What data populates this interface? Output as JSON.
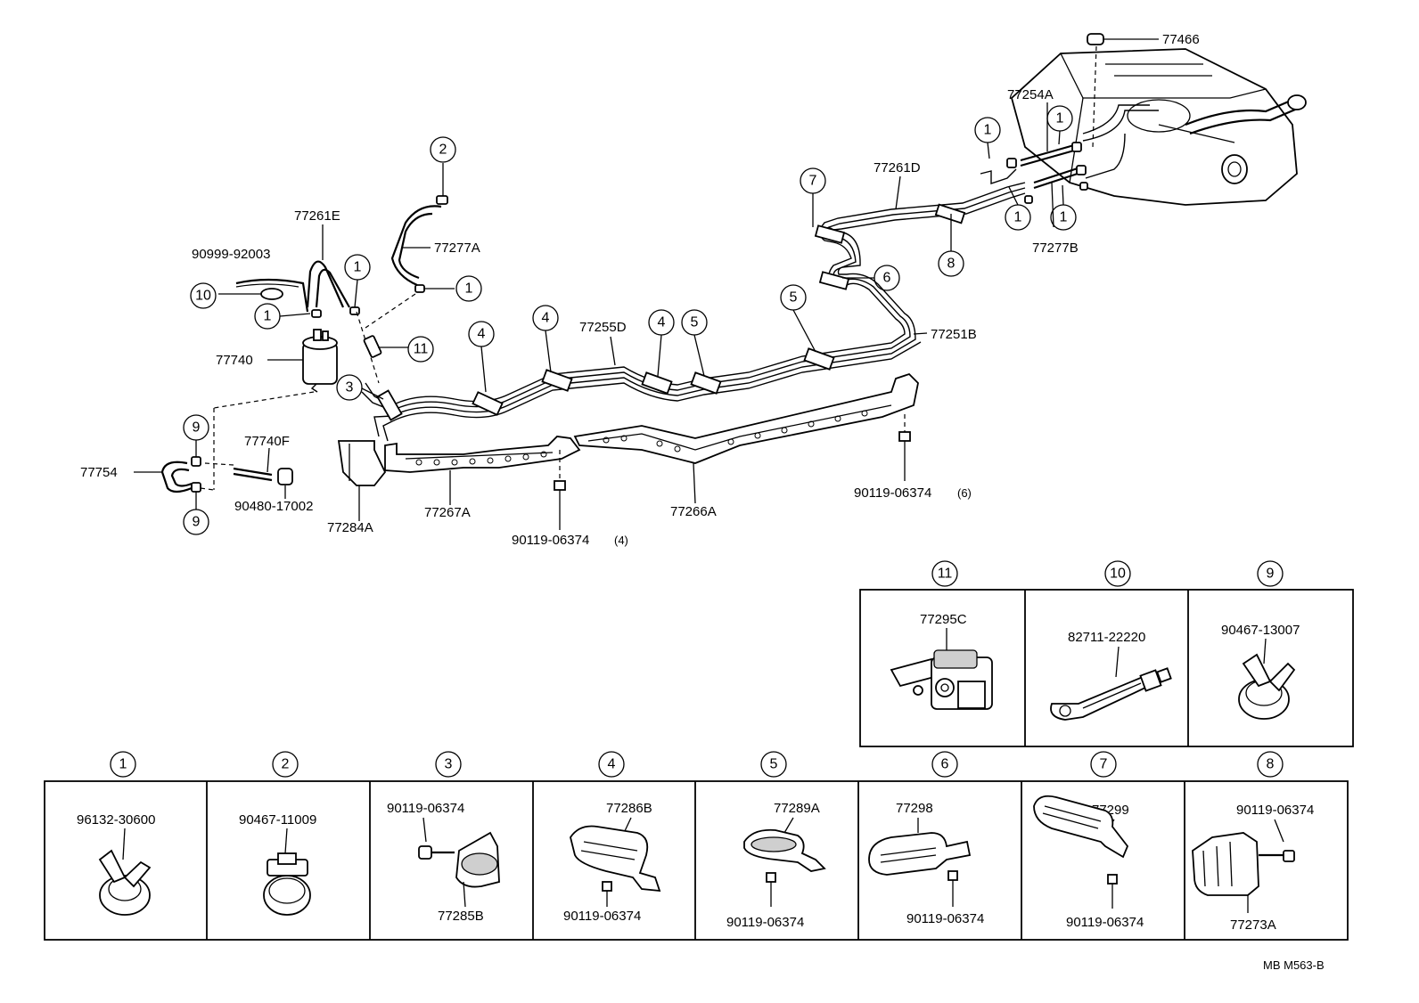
{
  "diagram": {
    "drawing_code": "MB M563-B",
    "main_labels": {
      "l77466": "77466",
      "l77254A": "77254A",
      "l77261D": "77261D",
      "l77277B": "77277B",
      "l77261E": "77261E",
      "l90999_92003": "90999-92003",
      "l77277A": "77277A",
      "l77740": "77740",
      "l77255D": "77255D",
      "l77251B": "77251B",
      "l77740F": "77740F",
      "l77754": "77754",
      "l90480_17002": "90480-17002",
      "l77284A": "77284A",
      "l77267A": "77267A",
      "l77266A": "77266A",
      "l90119_4": "90119-06374",
      "l90119_4_qty": "(4)",
      "l90119_6": "90119-06374",
      "l90119_6_qty": "(6)"
    },
    "callouts": {
      "c1": "1",
      "c2": "2",
      "c3": "3",
      "c4": "4",
      "c5": "5",
      "c6": "6",
      "c7": "7",
      "c8": "8",
      "c9": "9",
      "c10": "10",
      "c11": "11"
    },
    "detail_boxes": {
      "b1": {
        "num": "1",
        "part": "96132-30600"
      },
      "b2": {
        "num": "2",
        "part": "90467-11009"
      },
      "b3": {
        "num": "3",
        "bolt": "90119-06374",
        "part": "77285B"
      },
      "b4": {
        "num": "4",
        "part": "77286B",
        "bolt": "90119-06374"
      },
      "b5": {
        "num": "5",
        "part": "77289A",
        "bolt": "90119-06374"
      },
      "b6": {
        "num": "6",
        "part": "77298",
        "bolt": "90119-06374"
      },
      "b7": {
        "num": "7",
        "part": "77299",
        "bolt": "90119-06374"
      },
      "b8": {
        "num": "8",
        "bolt": "90119-06374",
        "part": "77273A"
      },
      "b9": {
        "num": "9",
        "part": "90467-13007"
      },
      "b10": {
        "num": "10",
        "part": "82711-22220"
      },
      "b11": {
        "num": "11",
        "part": "77295C"
      }
    }
  }
}
